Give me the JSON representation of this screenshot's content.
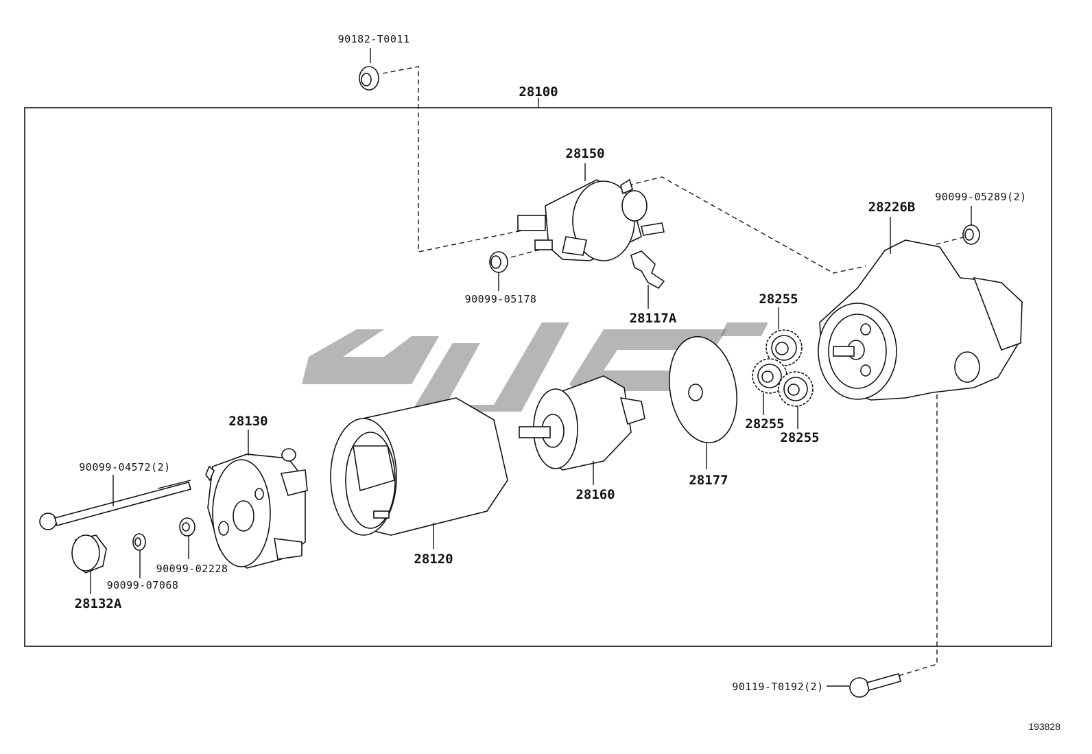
{
  "assembly_label": "28100",
  "labels": {
    "p90182_T0011": "90182-T0011",
    "p28150": "28150",
    "p90099_05178": "90099-05178",
    "p28117A": "28117A",
    "p28226B": "28226B",
    "p90099_05289": "90099-05289(2)",
    "p28255_top": "28255",
    "p28255_left": "28255",
    "p28255_right": "28255",
    "p28177": "28177",
    "p28160": "28160",
    "p28120": "28120",
    "p28130": "28130",
    "p90099_04572": "90099-04572(2)",
    "p90099_02228": "90099-02228",
    "p90099_07068": "90099-07068",
    "p28132A": "28132A",
    "p90119_T0192": "90119-T0192(2)"
  },
  "reference_number": "193828"
}
